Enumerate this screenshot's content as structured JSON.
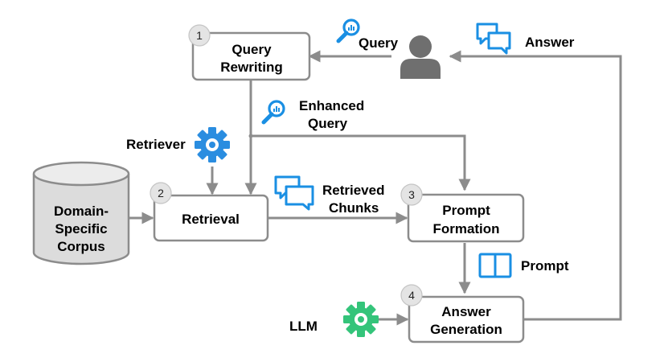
{
  "colors": {
    "box_stroke": "#8c8c8c",
    "arrow": "#8c8c8c",
    "blue_accent": "#1a8fe3",
    "retriever_gear": "#2a8de0",
    "llm_gear": "#34c47a",
    "user": "#6f6f6f",
    "badge_fill": "#e4e4e4",
    "corpus_fill": "#dcdcdc"
  },
  "steps": {
    "query_rewriting": {
      "number": "1",
      "line1": "Query",
      "line2": "Rewriting"
    },
    "retrieval": {
      "number": "2",
      "line1": "Retrieval"
    },
    "prompt_formation": {
      "number": "3",
      "line1": "Prompt",
      "line2": "Formation"
    },
    "answer_generation": {
      "number": "4",
      "line1": "Answer",
      "line2": "Generation"
    }
  },
  "corpus": {
    "line1": "Domain-",
    "line2": "Specific",
    "line3": "Corpus"
  },
  "labels": {
    "query": "Query",
    "answer": "Answer",
    "enhanced_line1": "Enhanced",
    "enhanced_line2": "Query",
    "retriever": "Retriever",
    "retrieved_line1": "Retrieved",
    "retrieved_line2": "Chunks",
    "prompt": "Prompt",
    "llm": "LLM"
  },
  "icons": {
    "query": "search-chart-icon",
    "enhanced_query": "search-chart-icon",
    "answer": "chat-bubbles-icon",
    "retrieved_chunks": "chat-bubbles-icon",
    "retriever": "gear-icon",
    "llm": "gear-icon",
    "user": "user-icon",
    "prompt": "book-icon",
    "corpus": "database-icon"
  }
}
